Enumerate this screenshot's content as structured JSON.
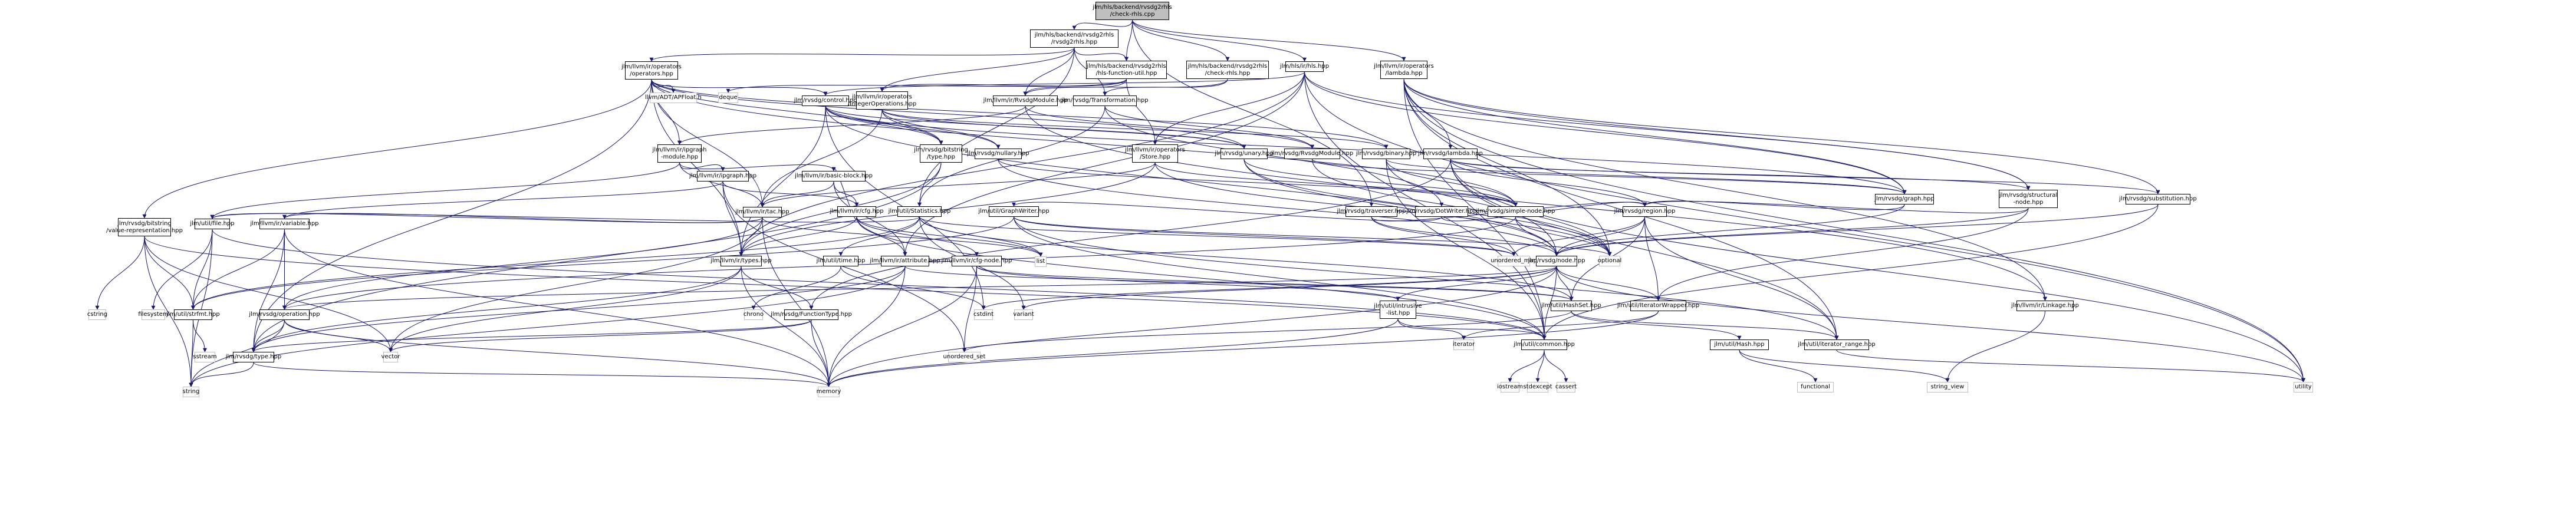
{
  "title": "Include dependency graph for jlm/hls/backend/rvsdg2rhls/check-rhls.cpp",
  "colors": {
    "edge": "#191970",
    "node_border": "#000000",
    "external_border": "#bfbfbf",
    "root_fill": "#bfbfbf"
  },
  "nodes": [
    {
      "id": "root",
      "label": "jlm/hls/backend/rvsdg2rhls\n/check-rhls.cpp",
      "kind": "root"
    },
    {
      "id": "rvsdg2rhls",
      "label": "jlm/hls/backend/rvsdg2rhls\n/rvsdg2rhls.hpp",
      "kind": "file"
    },
    {
      "id": "checkrhls",
      "label": "jlm/hls/backend/rvsdg2rhls\n/check-rhls.hpp",
      "kind": "file"
    },
    {
      "id": "hlsfu",
      "label": "jlm/hls/backend/rvsdg2rhls\n/hls-function-util.hpp",
      "kind": "file"
    },
    {
      "id": "hls",
      "label": "jlm/hls/ir/hls.hpp",
      "kind": "file"
    },
    {
      "id": "lambdaop",
      "label": "jlm/llvm/ir/operators\n/lambda.hpp",
      "kind": "file"
    },
    {
      "id": "operators",
      "label": "jlm/llvm/ir/operators\n/operators.hpp",
      "kind": "file"
    },
    {
      "id": "apfloat",
      "label": "llvm/ADT/APFloat.h",
      "kind": "ext"
    },
    {
      "id": "deque",
      "label": "deque",
      "kind": "ext"
    },
    {
      "id": "control",
      "label": "jlm/rvsdg/control.hpp",
      "kind": "file"
    },
    {
      "id": "intops",
      "label": "jlm/llvm/ir/operators\n/IntegerOperations.hpp",
      "kind": "file"
    },
    {
      "id": "llvmrvsdgmodule",
      "label": "jlm/llvm/ir/RvsdgModule.hpp",
      "kind": "file"
    },
    {
      "id": "transformation",
      "label": "jlm/rvsdg/Transformation.hpp",
      "kind": "file"
    },
    {
      "id": "ipgraphmodule",
      "label": "jlm/llvm/ir/ipgraph\n-module.hpp",
      "kind": "file"
    },
    {
      "id": "bitstringtype",
      "label": "jlm/rvsdg/bitstring\n/type.hpp",
      "kind": "file"
    },
    {
      "id": "nullary",
      "label": "jlm/rvsdg/nullary.hpp",
      "kind": "file"
    },
    {
      "id": "store",
      "label": "jlm/llvm/ir/operators\n/Store.hpp",
      "kind": "file"
    },
    {
      "id": "unary",
      "label": "jlm/rvsdg/unary.hpp",
      "kind": "file"
    },
    {
      "id": "rvsdgmodule",
      "label": "jlm/rvsdg/RvsdgModule.hpp",
      "kind": "file"
    },
    {
      "id": "binary",
      "label": "jlm/rvsdg/binary.hpp",
      "kind": "file"
    },
    {
      "id": "lambda",
      "label": "jlm/rvsdg/lambda.hpp",
      "kind": "file"
    },
    {
      "id": "ipgraph",
      "label": "jlm/llvm/ir/ipgraph.hpp",
      "kind": "file"
    },
    {
      "id": "basicblock",
      "label": "jlm/llvm/ir/basic-block.hpp",
      "kind": "file"
    },
    {
      "id": "traverser",
      "label": "jlm/rvsdg/traverser.hpp",
      "kind": "file"
    },
    {
      "id": "dotwriter",
      "label": "jlm/rvsdg/DotWriter.hpp",
      "kind": "file"
    },
    {
      "id": "graph",
      "label": "jlm/rvsdg/graph.hpp",
      "kind": "file"
    },
    {
      "id": "structural",
      "label": "jlm/rvsdg/structural\n-node.hpp",
      "kind": "file"
    },
    {
      "id": "substitution",
      "label": "jlm/rvsdg/substitution.hpp",
      "kind": "file"
    },
    {
      "id": "tac",
      "label": "jlm/llvm/ir/tac.hpp",
      "kind": "file"
    },
    {
      "id": "cfg",
      "label": "jlm/llvm/ir/cfg.hpp",
      "kind": "file"
    },
    {
      "id": "statistics",
      "label": "jlm/util/Statistics.hpp",
      "kind": "file"
    },
    {
      "id": "graphwriter",
      "label": "jlm/util/GraphWriter.hpp",
      "kind": "file"
    },
    {
      "id": "simplenode",
      "label": "jlm/rvsdg/simple-node.hpp",
      "kind": "file"
    },
    {
      "id": "region",
      "label": "jlm/rvsdg/region.hpp",
      "kind": "file"
    },
    {
      "id": "valrep",
      "label": "jlm/rvsdg/bitstring\n/value-representation.hpp",
      "kind": "file"
    },
    {
      "id": "file",
      "label": "jlm/util/file.hpp",
      "kind": "file"
    },
    {
      "id": "variable",
      "label": "jlm/llvm/ir/variable.hpp",
      "kind": "file"
    },
    {
      "id": "types",
      "label": "jlm/llvm/ir/types.hpp",
      "kind": "file"
    },
    {
      "id": "time",
      "label": "jlm/util/time.hpp",
      "kind": "file"
    },
    {
      "id": "attribute",
      "label": "jlm/llvm/ir/attribute.hpp",
      "kind": "file"
    },
    {
      "id": "cfgnode",
      "label": "jlm/llvm/ir/cfg-node.hpp",
      "kind": "file"
    },
    {
      "id": "list",
      "label": "list",
      "kind": "ext"
    },
    {
      "id": "unordered_map",
      "label": "unordered_map",
      "kind": "ext"
    },
    {
      "id": "node",
      "label": "jlm/rvsdg/node.hpp",
      "kind": "file"
    },
    {
      "id": "optional",
      "label": "optional",
      "kind": "ext"
    },
    {
      "id": "cstring",
      "label": "cstring",
      "kind": "ext"
    },
    {
      "id": "filesystem",
      "label": "filesystem",
      "kind": "ext"
    },
    {
      "id": "strfmt",
      "label": "jlm/util/strfmt.hpp",
      "kind": "file"
    },
    {
      "id": "operation",
      "label": "jlm/rvsdg/operation.hpp",
      "kind": "file"
    },
    {
      "id": "chrono",
      "label": "chrono",
      "kind": "ext"
    },
    {
      "id": "functiontype",
      "label": "jlm/rvsdg/FunctionType.hpp",
      "kind": "file"
    },
    {
      "id": "cstdint",
      "label": "cstdint",
      "kind": "ext"
    },
    {
      "id": "variant",
      "label": "variant",
      "kind": "ext"
    },
    {
      "id": "intrusive",
      "label": "jlm/util/intrusive\n-list.hpp",
      "kind": "file"
    },
    {
      "id": "hashset",
      "label": "jlm/util/HashSet.hpp",
      "kind": "file"
    },
    {
      "id": "iterwrapper",
      "label": "jlm/util/IteratorWrapper.hpp",
      "kind": "file"
    },
    {
      "id": "linkage",
      "label": "jlm/llvm/ir/Linkage.hpp",
      "kind": "file"
    },
    {
      "id": "sstream",
      "label": "sstream",
      "kind": "ext"
    },
    {
      "id": "rvsdgtype",
      "label": "jlm/rvsdg/type.hpp",
      "kind": "file"
    },
    {
      "id": "vector",
      "label": "vector",
      "kind": "ext"
    },
    {
      "id": "unordered_set",
      "label": "unordered_set",
      "kind": "ext"
    },
    {
      "id": "iterator",
      "label": "iterator",
      "kind": "ext"
    },
    {
      "id": "common",
      "label": "jlm/util/common.hpp",
      "kind": "file"
    },
    {
      "id": "hash",
      "label": "jlm/util/Hash.hpp",
      "kind": "file"
    },
    {
      "id": "iterrange",
      "label": "jlm/util/iterator_range.hpp",
      "kind": "file"
    },
    {
      "id": "string",
      "label": "string",
      "kind": "ext"
    },
    {
      "id": "memory",
      "label": "memory",
      "kind": "ext"
    },
    {
      "id": "iostream",
      "label": "iostream",
      "kind": "ext"
    },
    {
      "id": "stdexcept",
      "label": "stdexcept",
      "kind": "ext"
    },
    {
      "id": "cassert",
      "label": "cassert",
      "kind": "ext"
    },
    {
      "id": "functional",
      "label": "functional",
      "kind": "ext"
    },
    {
      "id": "string_view",
      "label": "string_view",
      "kind": "ext"
    },
    {
      "id": "utility",
      "label": "utility",
      "kind": "ext"
    }
  ],
  "edges": [
    [
      "root",
      "rvsdg2rhls"
    ],
    [
      "root",
      "checkrhls"
    ],
    [
      "root",
      "hls"
    ],
    [
      "root",
      "lambdaop"
    ],
    [
      "root",
      "hlsfu"
    ],
    [
      "root",
      "traverser"
    ],
    [
      "rvsdg2rhls",
      "operators"
    ],
    [
      "rvsdg2rhls",
      "hlsfu"
    ],
    [
      "rvsdg2rhls",
      "llvmrvsdgmodule"
    ],
    [
      "rvsdg2rhls",
      "transformation"
    ],
    [
      "rvsdg2rhls",
      "intops"
    ],
    [
      "rvsdg2rhls",
      "statistics"
    ],
    [
      "checkrhls",
      "llvmrvsdgmodule"
    ],
    [
      "checkrhls",
      "transformation"
    ],
    [
      "hlsfu",
      "intops"
    ],
    [
      "hlsfu",
      "llvmrvsdgmodule"
    ],
    [
      "hlsfu",
      "deque"
    ],
    [
      "hlsfu",
      "store"
    ],
    [
      "hls",
      "control"
    ],
    [
      "hls",
      "structural"
    ],
    [
      "hls",
      "graph"
    ],
    [
      "hls",
      "common"
    ],
    [
      "hls",
      "store"
    ],
    [
      "hls",
      "types"
    ],
    [
      "hls",
      "attribute"
    ],
    [
      "hls",
      "utility"
    ],
    [
      "lambdaop",
      "lambda"
    ],
    [
      "lambdaop",
      "substitution"
    ],
    [
      "lambdaop",
      "structural"
    ],
    [
      "lambdaop",
      "graph"
    ],
    [
      "lambdaop",
      "linkage"
    ],
    [
      "lambdaop",
      "iterrange"
    ],
    [
      "lambdaop",
      "optional"
    ],
    [
      "lambdaop",
      "utility"
    ],
    [
      "lambdaop",
      "common"
    ],
    [
      "operators",
      "apfloat"
    ],
    [
      "operators",
      "ipgraphmodule"
    ],
    [
      "operators",
      "control"
    ],
    [
      "operators",
      "bitstringtype"
    ],
    [
      "operators",
      "tac"
    ],
    [
      "operators",
      "types"
    ],
    [
      "operators",
      "valrep"
    ],
    [
      "operators",
      "unary"
    ],
    [
      "operators",
      "binary"
    ],
    [
      "operators",
      "simplenode"
    ],
    [
      "operators",
      "rvsdgtype"
    ],
    [
      "control",
      "bitstringtype"
    ],
    [
      "control",
      "nullary"
    ],
    [
      "control",
      "unary"
    ],
    [
      "control",
      "graph"
    ],
    [
      "control",
      "node"
    ],
    [
      "control",
      "types"
    ],
    [
      "control",
      "cstdint"
    ],
    [
      "intops",
      "bitstringtype"
    ],
    [
      "intops",
      "nullary"
    ],
    [
      "intops",
      "binary"
    ],
    [
      "intops",
      "unary"
    ],
    [
      "intops",
      "tac"
    ],
    [
      "llvmrvsdgmodule",
      "rvsdgmodule"
    ],
    [
      "llvmrvsdgmodule",
      "ipgraphmodule"
    ],
    [
      "llvmrvsdgmodule",
      "linkage"
    ],
    [
      "transformation",
      "statistics"
    ],
    [
      "transformation",
      "rvsdgmodule"
    ],
    [
      "transformation",
      "dotwriter"
    ],
    [
      "ipgraphmodule",
      "ipgraph"
    ],
    [
      "ipgraphmodule",
      "basicblock"
    ],
    [
      "ipgraphmodule",
      "tac"
    ],
    [
      "ipgraphmodule",
      "file"
    ],
    [
      "bitstringtype",
      "types"
    ],
    [
      "bitstringtype",
      "rvsdgtype"
    ],
    [
      "nullary",
      "simplenode"
    ],
    [
      "nullary",
      "node"
    ],
    [
      "store",
      "simplenode"
    ],
    [
      "store",
      "tac"
    ],
    [
      "store",
      "types"
    ],
    [
      "store",
      "optional"
    ],
    [
      "unary",
      "simplenode"
    ],
    [
      "unary",
      "node"
    ],
    [
      "unary",
      "optional"
    ],
    [
      "rvsdgmodule",
      "graph"
    ],
    [
      "rvsdgmodule",
      "optional"
    ],
    [
      "binary",
      "graph"
    ],
    [
      "binary",
      "simplenode"
    ],
    [
      "binary",
      "optional"
    ],
    [
      "binary",
      "common"
    ],
    [
      "lambda",
      "structural"
    ],
    [
      "lambda",
      "substitution"
    ],
    [
      "lambda",
      "region"
    ],
    [
      "lambda",
      "node"
    ],
    [
      "lambda",
      "iterrange"
    ],
    [
      "lambda",
      "functiontype"
    ],
    [
      "lambda",
      "utility"
    ],
    [
      "ipgraph",
      "cfg"
    ],
    [
      "ipgraph",
      "types"
    ],
    [
      "ipgraph",
      "variable"
    ],
    [
      "ipgraph",
      "unordered_set"
    ],
    [
      "basicblock",
      "cfg"
    ],
    [
      "basicblock",
      "tac"
    ],
    [
      "basicblock",
      "attribute"
    ],
    [
      "cfg",
      "basicblock"
    ],
    [
      "cfg",
      "cfgnode"
    ],
    [
      "cfg",
      "types"
    ],
    [
      "cfg",
      "attribute"
    ],
    [
      "cfg",
      "list"
    ],
    [
      "cfg",
      "common"
    ],
    [
      "traverser",
      "node"
    ],
    [
      "traverser",
      "region"
    ],
    [
      "traverser",
      "unordered_map"
    ],
    [
      "dotwriter",
      "graphwriter"
    ],
    [
      "dotwriter",
      "region"
    ],
    [
      "graph",
      "region"
    ],
    [
      "graph",
      "node"
    ],
    [
      "structural",
      "node"
    ],
    [
      "structural",
      "region"
    ],
    [
      "structural",
      "iterwrapper"
    ],
    [
      "substitution",
      "node"
    ],
    [
      "substitution",
      "common"
    ],
    [
      "tac",
      "variable"
    ],
    [
      "tac",
      "operation"
    ],
    [
      "tac",
      "list"
    ],
    [
      "tac",
      "file"
    ],
    [
      "tac",
      "memory"
    ],
    [
      "tac",
      "vector"
    ],
    [
      "statistics",
      "time"
    ],
    [
      "statistics",
      "file"
    ],
    [
      "statistics",
      "hashset"
    ],
    [
      "statistics",
      "strfmt"
    ],
    [
      "statistics",
      "unordered_map"
    ],
    [
      "statistics",
      "list"
    ],
    [
      "statistics",
      "variant"
    ],
    [
      "graphwriter",
      "strfmt"
    ],
    [
      "graphwriter",
      "common"
    ],
    [
      "graphwriter",
      "unordered_map"
    ],
    [
      "graphwriter",
      "iterrange"
    ],
    [
      "graphwriter",
      "optional"
    ],
    [
      "simplenode",
      "node"
    ],
    [
      "simplenode",
      "operation"
    ],
    [
      "simplenode",
      "optional"
    ],
    [
      "region",
      "node"
    ],
    [
      "region",
      "hashset"
    ],
    [
      "region",
      "iterwrapper"
    ],
    [
      "region",
      "iterrange"
    ],
    [
      "region",
      "unordered_map"
    ],
    [
      "valrep",
      "cstring"
    ],
    [
      "valrep",
      "strfmt"
    ],
    [
      "valrep",
      "common"
    ],
    [
      "valrep",
      "string"
    ],
    [
      "valrep",
      "vector"
    ],
    [
      "file",
      "filesystem"
    ],
    [
      "file",
      "strfmt"
    ],
    [
      "file",
      "common"
    ],
    [
      "file",
      "string"
    ],
    [
      "variable",
      "operation"
    ],
    [
      "variable",
      "rvsdgtype"
    ],
    [
      "variable",
      "strfmt"
    ],
    [
      "variable",
      "memory"
    ],
    [
      "types",
      "functiontype"
    ],
    [
      "types",
      "rvsdgtype"
    ],
    [
      "types",
      "vector"
    ],
    [
      "types",
      "memory"
    ],
    [
      "time",
      "chrono"
    ],
    [
      "time",
      "cstdint"
    ],
    [
      "attribute",
      "rvsdgtype"
    ],
    [
      "attribute",
      "hashset"
    ],
    [
      "attribute",
      "memory"
    ],
    [
      "attribute",
      "string"
    ],
    [
      "cfgnode",
      "intrusive"
    ],
    [
      "cfgnode",
      "hashset"
    ],
    [
      "cfgnode",
      "unordered_set"
    ],
    [
      "cfgnode",
      "memory"
    ],
    [
      "node",
      "operation"
    ],
    [
      "node",
      "intrusive"
    ],
    [
      "node",
      "hashset"
    ],
    [
      "node",
      "iterwrapper"
    ],
    [
      "node",
      "common"
    ],
    [
      "node",
      "cstdint"
    ],
    [
      "node",
      "variant"
    ],
    [
      "node",
      "memory"
    ],
    [
      "node",
      "utility"
    ],
    [
      "strfmt",
      "sstream"
    ],
    [
      "strfmt",
      "string"
    ],
    [
      "operation",
      "rvsdgtype"
    ],
    [
      "operation",
      "vector"
    ],
    [
      "operation",
      "string"
    ],
    [
      "operation",
      "memory"
    ],
    [
      "functiontype",
      "rvsdgtype"
    ],
    [
      "functiontype",
      "vector"
    ],
    [
      "functiontype",
      "memory"
    ],
    [
      "intrusive",
      "iterator"
    ],
    [
      "intrusive",
      "common"
    ],
    [
      "intrusive",
      "memory"
    ],
    [
      "hashset",
      "hash"
    ],
    [
      "hashset",
      "iterrange"
    ],
    [
      "hashset",
      "unordered_set"
    ],
    [
      "iterwrapper",
      "iterator"
    ],
    [
      "iterwrapper",
      "memory"
    ],
    [
      "linkage",
      "string_view"
    ],
    [
      "rvsdgtype",
      "string"
    ],
    [
      "rvsdgtype",
      "memory"
    ],
    [
      "common",
      "iostream"
    ],
    [
      "common",
      "stdexcept"
    ],
    [
      "common",
      "cassert"
    ],
    [
      "hash",
      "functional"
    ],
    [
      "hash",
      "string_view"
    ],
    [
      "iterrange",
      "utility"
    ]
  ]
}
